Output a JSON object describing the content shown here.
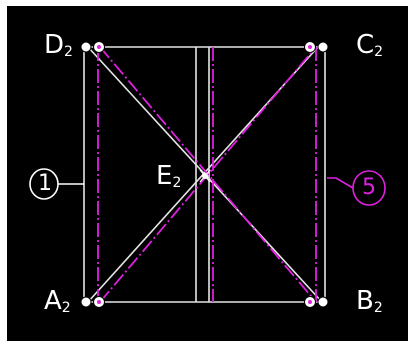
{
  "diagram": {
    "points": {
      "D": {
        "letter": "D",
        "sub": "2"
      },
      "C": {
        "letter": "C",
        "sub": "2"
      },
      "A": {
        "letter": "A",
        "sub": "2"
      },
      "B": {
        "letter": "B",
        "sub": "2"
      },
      "E": {
        "letter": "E",
        "sub": "2"
      }
    },
    "callouts": {
      "left": "1",
      "right": "5"
    },
    "colors": {
      "background": "#000000",
      "frame": "#ffffff",
      "structure": "#e0e0e0",
      "highlight": "#e020e0",
      "callout_left": "#ffffff",
      "callout_right": "#e020e0"
    }
  }
}
